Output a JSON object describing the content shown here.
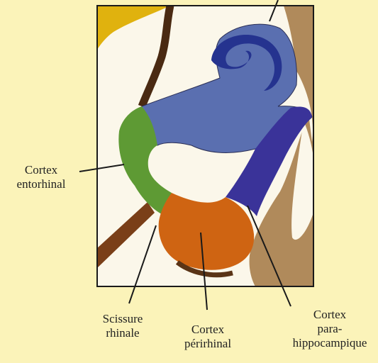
{
  "colors": {
    "background": "#fbf3b9",
    "hippocampus": "#5a6fb0",
    "hippocampus_dark": "#25338f",
    "entorhinal": "#5e9a34",
    "perirhinal": "#cf6412",
    "parahippocampal": "#3a3399",
    "tan_tissue": "#b08a5b",
    "brown_sulcus": "#6b3f1e",
    "cream": "#fbf7ea",
    "ochre": "#e0b20e"
  },
  "labels": {
    "entorhinal": [
      "Cortex",
      "entorhinal"
    ],
    "rhinal": [
      "Scissure",
      "rhinale"
    ],
    "perirhinal": [
      "Cortex",
      "périrhinal"
    ],
    "parahippocampal": [
      "Cortex",
      "para-",
      "hippocampique"
    ]
  }
}
